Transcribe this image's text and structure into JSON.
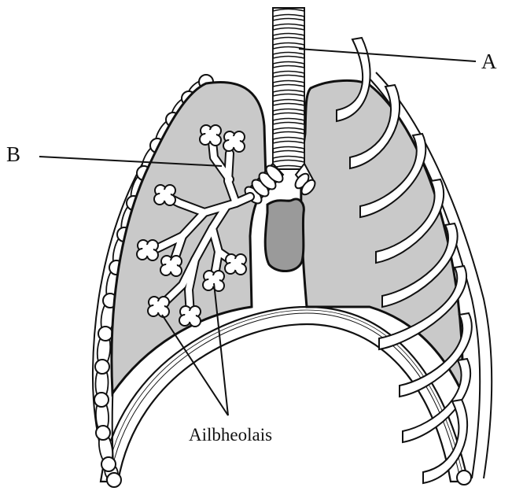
{
  "diagram": {
    "labels": {
      "a": "A",
      "b": "B",
      "alveoli": "Ailbheolais"
    },
    "colors": {
      "lung_fill": "#c9c9c9",
      "heart_fill": "#9a9a9a",
      "outline": "#111111",
      "background": "#ffffff"
    }
  }
}
